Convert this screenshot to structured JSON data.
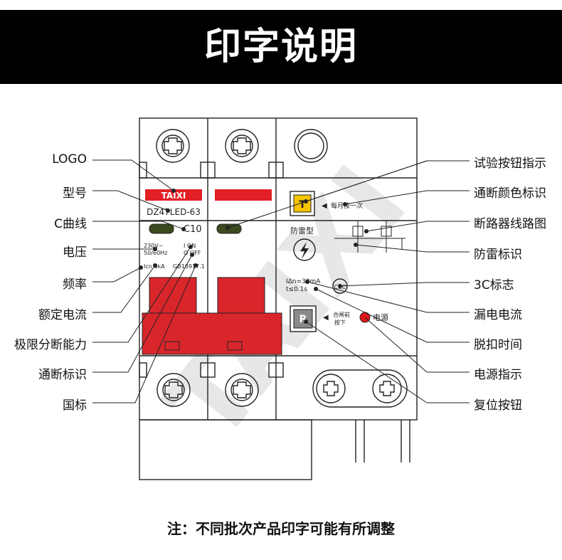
{
  "title": "印字说明",
  "footnote": "注：不同批次产品印字可能有所调整",
  "left_labels": [
    "LOGO",
    "型号",
    "C曲线",
    "电压",
    "频率",
    "额定电流",
    "极限分断能力",
    "通断标识",
    "国标"
  ],
  "right_labels": [
    "试验按钮指示",
    "通断颜色标识",
    "断路器线路图",
    "防雷标识",
    "3C标志",
    "漏电电流",
    "脱扣时间",
    "电源指示",
    "复位按钮"
  ],
  "device": {
    "brand": "TAIXI",
    "model": "DZ47LED-63",
    "curve": "C10",
    "voltage": "230V~",
    "frequency": "50/60Hz",
    "on_label": "I ON",
    "off_label": "O OFF",
    "breaking_capacity": "Icn 6kA",
    "standard": "GB10917.1",
    "test_button_letter": "T",
    "test_button_hint": "每月按一次",
    "lightning_label": "防雷型",
    "leak_current": "IΔn=30mA",
    "trip_time": "t≤0.1s",
    "reset_button_letter": "R",
    "reset_hint_1": "合闸前",
    "reset_hint_2": "按下",
    "power_label": "电源",
    "watermark": "TAIXI",
    "colors": {
      "brand_red": "#e31f26",
      "handle_red": "#d9262b",
      "test_yellow": "#f5c400",
      "switch_green": "#3a4a1e",
      "power_red": "#e2161c",
      "watermark_gray": "#e3e3e3"
    }
  }
}
